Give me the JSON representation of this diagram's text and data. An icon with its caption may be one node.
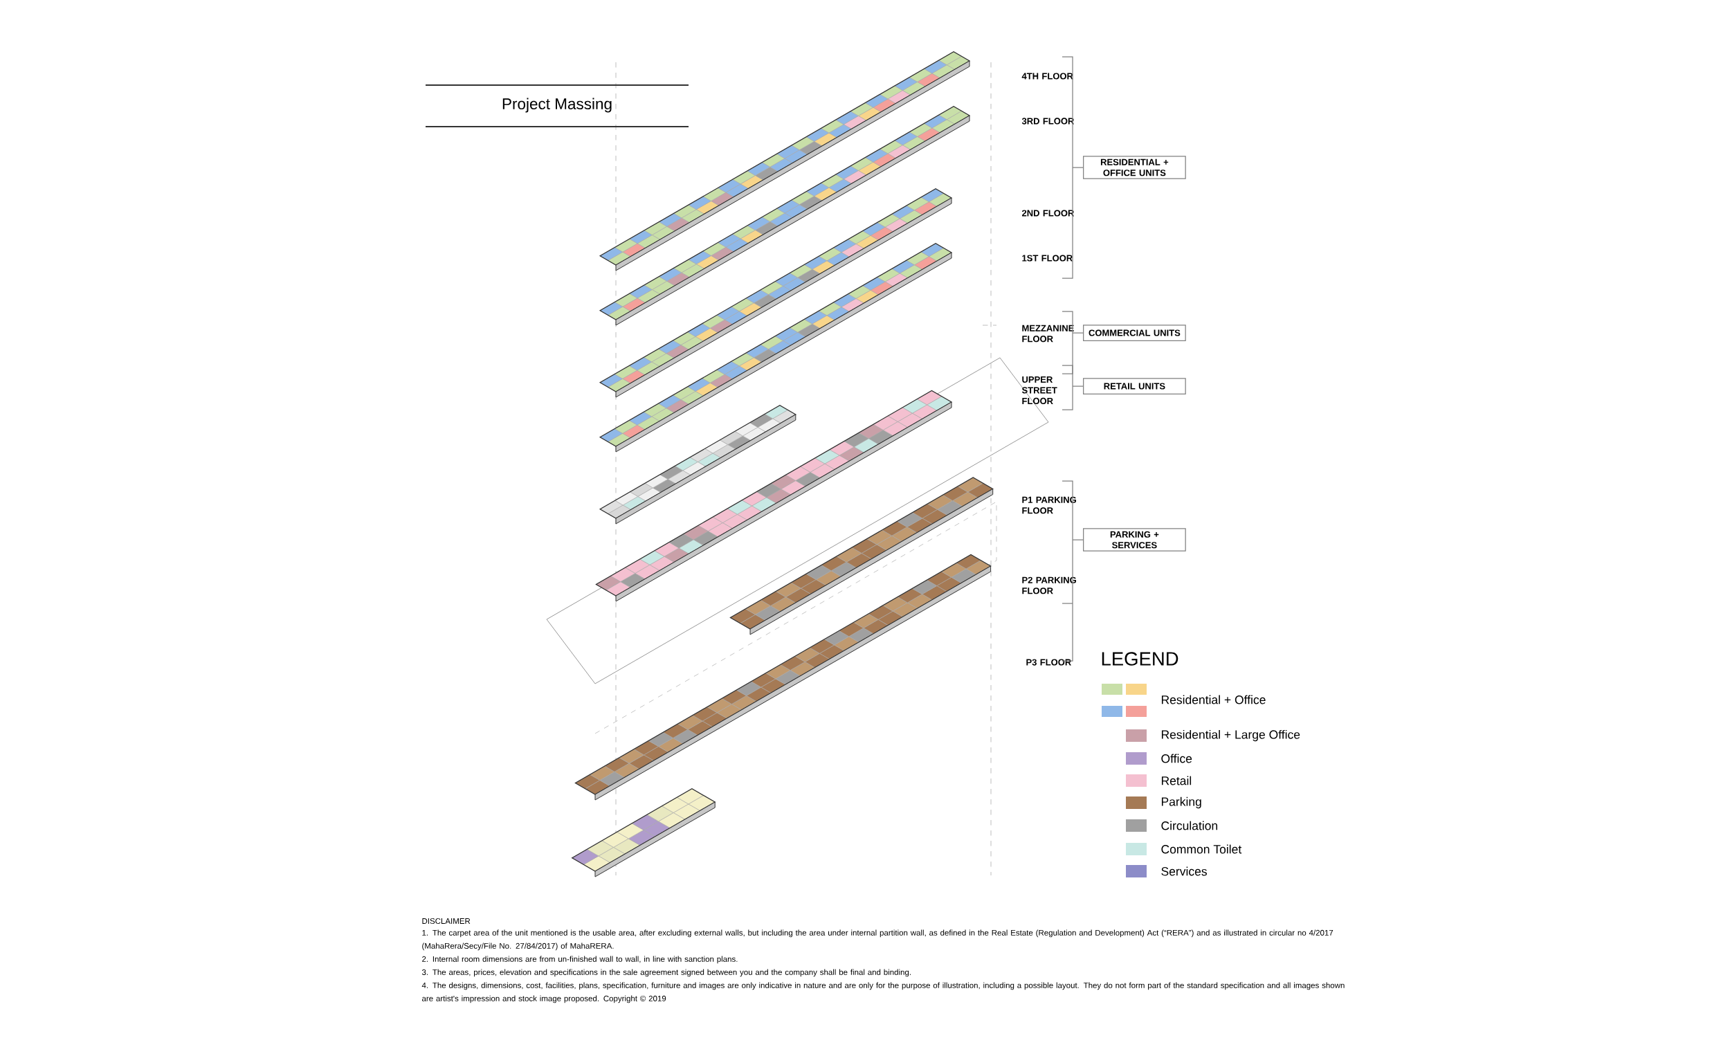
{
  "diagram": {
    "title": "Project Massing",
    "nodes": [
      {
        "text": [
          "RESIDENTIAL + OFFICE UNITS"
        ]
      },
      {
        "text": [
          "COMMERCIAL UNITS"
        ]
      },
      {
        "text": [
          "RETAIL UNITS"
        ]
      },
      {
        "text": [
          "PARKING + SERVICES"
        ]
      }
    ],
    "labels": [
      "4TH FLOOR",
      "3RD FLOOR",
      "2ND FLOOR",
      "1ST FLOOR",
      "MEZZANINE FLOOR",
      "UPPER STREET FLOOR",
      "P1 PARKING FLOOR",
      "P2 PARKING FLOOR",
      "P3 FLOOR",
      "LEGEND",
      "DISCLAIMER",
      "1. The carpet area of the unit mentioned is the usable area, after excluding external walls, but including the area under internal partition wall, as defined in the Real Estate (Regulation and Development) Act (“RERA”) and as illustrated in circular no 4/2017 (MahaRera/Secy/File No. 27/84/2017) of MahaRERA.",
      "2. Internal room dimensions are from un-finished wall to wall, in line with sanction plans.",
      "3. The areas, prices, elevation and specifications in the sale agreement signed between you and the company shall be final and binding.",
      "4. The designs, dimensions, cost, facilities, plans, specification, furniture and images are only indicative in nature and are only for the purpose of illustration, including a possible layout. They do not form part of the standard specification and all images shown are artist's impression and stock image proposed. Copyright © 2019"
    ],
    "legend": [
      {
        "text": "Residential + Office",
        "color": "#c8dfa8"
      },
      {
        "text": "Residential + Large Office",
        "color": "#c9a0a8"
      },
      {
        "text": "Office",
        "color": "#b09ccc"
      },
      {
        "text": "Retail",
        "color": "#f4c0d0"
      },
      {
        "text": "Parking",
        "color": "#a57a55"
      },
      {
        "text": "Circulation",
        "color": "#a0a0a0"
      },
      {
        "text": "Common Toilet",
        "color": "#c8e8e4"
      },
      {
        "text": "Services",
        "color": "#8c8cc8"
      }
    ]
  }
}
